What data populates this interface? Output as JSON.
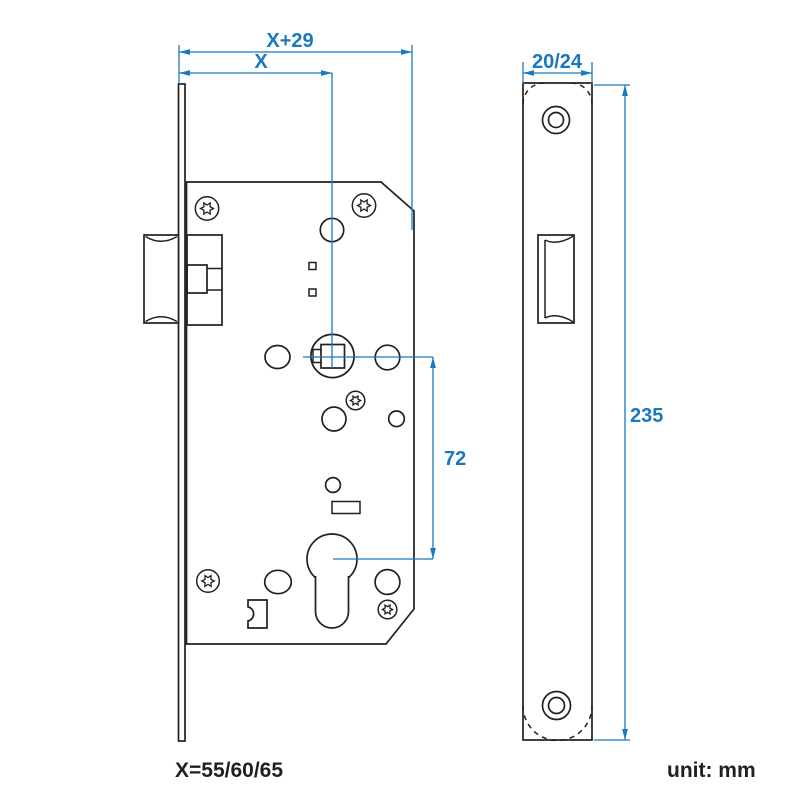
{
  "dimensions": {
    "total_width": "X+29",
    "backset": "X",
    "center_distance": "72",
    "faceplate_width": "20/24",
    "faceplate_height": "235"
  },
  "notes": {
    "backset_values": "X=55/60/65",
    "unit": "unit: mm"
  },
  "colors": {
    "dimension_blue": "#1a78be",
    "line_black": "#231f20"
  }
}
